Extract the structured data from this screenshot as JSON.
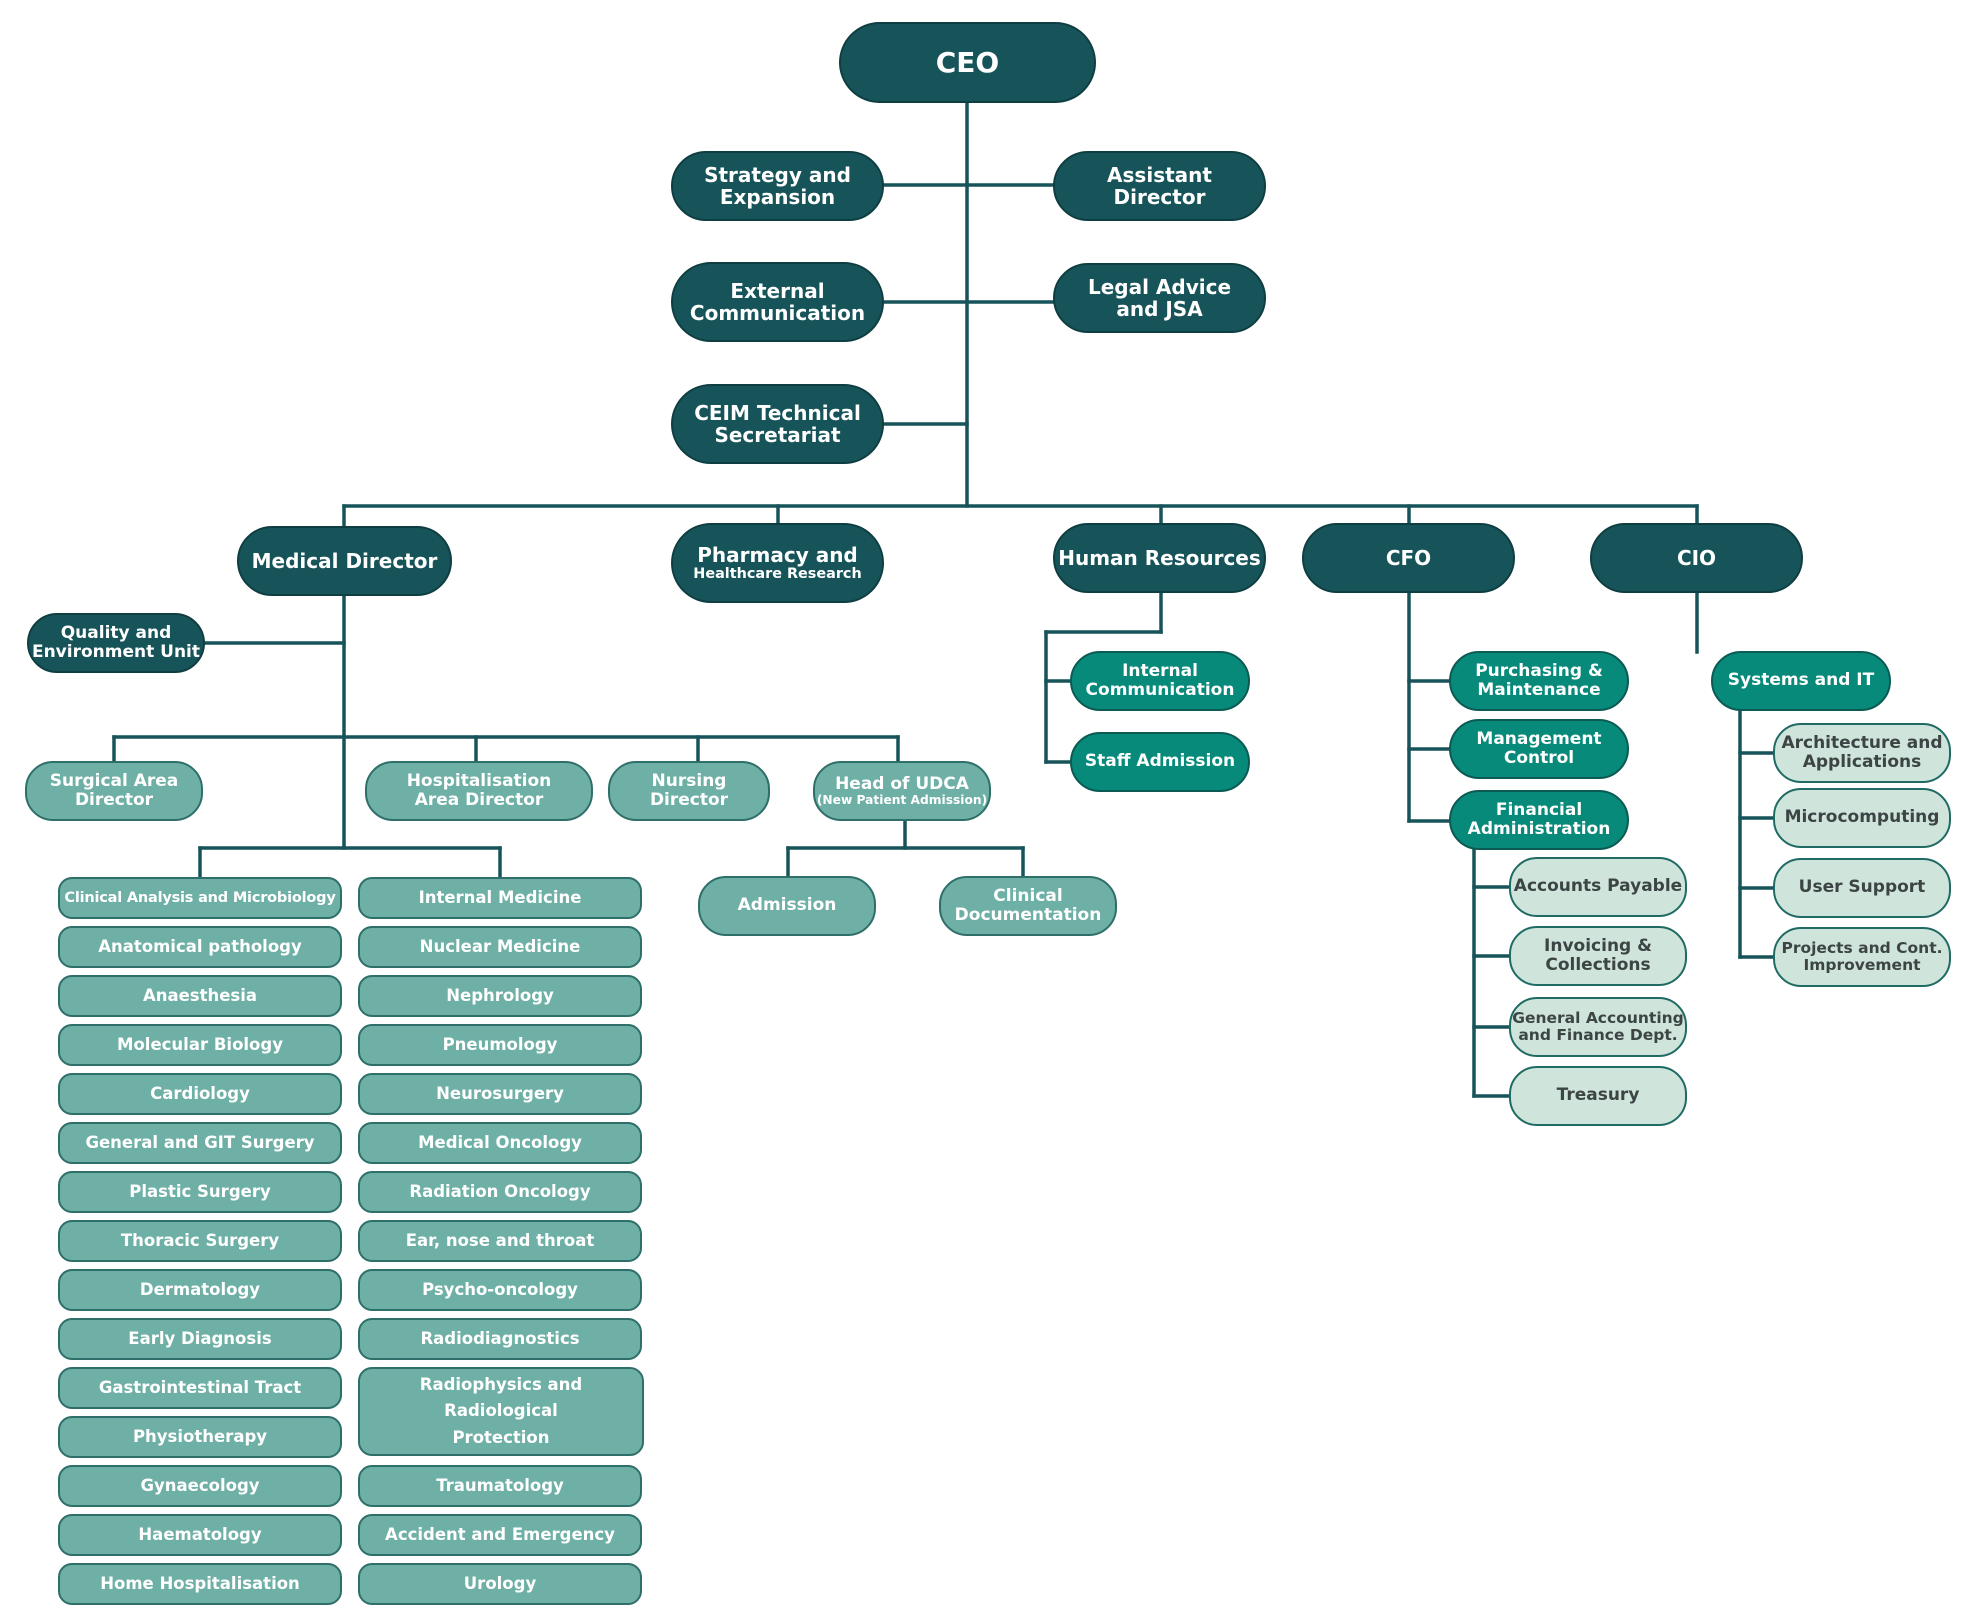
{
  "chart": {
    "ceo": "CEO",
    "staff": {
      "strategy": [
        "Strategy and",
        "Expansion"
      ],
      "assistant": [
        "Assistant",
        "Director"
      ],
      "external": [
        "External",
        "Communication"
      ],
      "legal": [
        "Legal Advice",
        "and JSA"
      ],
      "ceim": [
        "CEIM Technical",
        "Secretariat"
      ]
    },
    "directors": {
      "medical": "Medical Director",
      "pharmacy": [
        "Pharmacy and",
        "Healthcare Research"
      ],
      "hr": "Human Resources",
      "cfo": "CFO",
      "cio": "CIO"
    },
    "medical": {
      "quality": [
        "Quality and",
        "Environment Unit"
      ],
      "surgical": [
        "Surgical Area",
        "Director"
      ],
      "hospitalisation": [
        "Hospitalisation",
        "Area Director"
      ],
      "nursing": [
        "Nursing",
        "Director"
      ],
      "udca": [
        "Head of UDCA",
        "(New Patient Admission)"
      ],
      "admission": "Admission",
      "clinical_doc": [
        "Clinical",
        "Documentation"
      ]
    },
    "departments_left": [
      "Clinical Analysis and Microbiology",
      "Anatomical pathology",
      "Anaesthesia",
      "Molecular Biology",
      "Cardiology",
      "General and GIT Surgery",
      "Plastic Surgery",
      "Thoracic Surgery",
      "Dermatology",
      "Early Diagnosis",
      "Gastrointestinal Tract",
      "Physiotherapy",
      "Gynaecology",
      "Haematology",
      "Home Hospitalisation"
    ],
    "departments_right": [
      "Internal Medicine",
      "Nuclear Medicine",
      "Nephrology",
      "Pneumology",
      "Neurosurgery",
      "Medical Oncology",
      "Radiation Oncology",
      "Ear, nose and throat",
      "Psycho-oncology",
      "Radiodiagnostics",
      "Radiophysics and Radiological Protection",
      "Traumatology",
      "Accident and Emergency",
      "Urology"
    ],
    "hr": {
      "internal_comm": [
        "Internal",
        "Communication"
      ],
      "staff_admission": "Staff Admission"
    },
    "cfo": {
      "purchasing": [
        "Purchasing &",
        "Maintenance"
      ],
      "management": [
        "Management",
        "Control"
      ],
      "financial": [
        "Financial",
        "Administration"
      ],
      "accounts_payable": "Accounts Payable",
      "invoicing": [
        "Invoicing &",
        "Collections"
      ],
      "general_accounting": [
        "General Accounting",
        "and Finance Dept."
      ],
      "treasury": "Treasury"
    },
    "cio": {
      "systems": "Systems and IT",
      "architecture": [
        "Architecture and",
        "Applications"
      ],
      "microcomputing": "Microcomputing",
      "user_support": "User Support",
      "projects": [
        "Projects and Cont.",
        "Improvement"
      ]
    }
  },
  "colors": {
    "dark": "#17545a",
    "teal": "#088a7b",
    "mid": "#6fb0a6",
    "light": "#cfe5dc",
    "connector": "#17545a"
  }
}
